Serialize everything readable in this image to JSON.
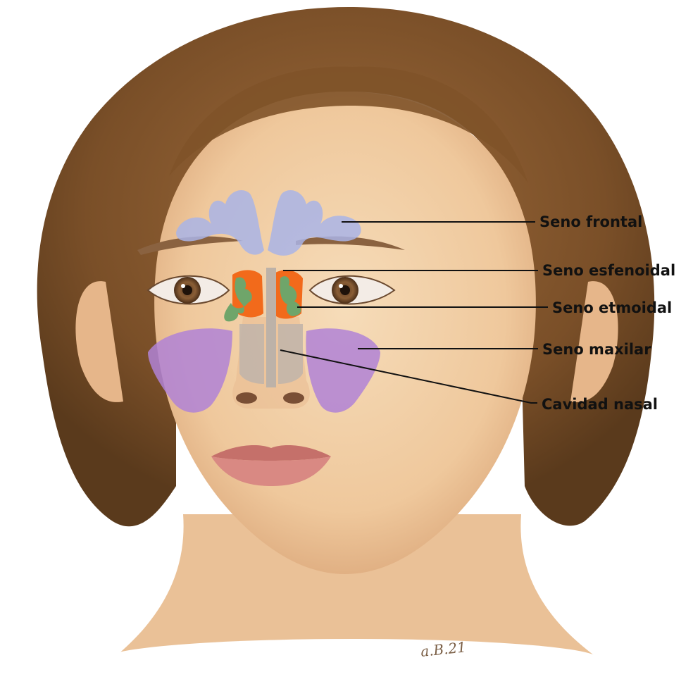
{
  "labels": {
    "frontal": "Seno frontal",
    "esfenoidal": "Seno esfenoidal",
    "etmoidal": "Seno etmoidal",
    "maxilar": "Seno maxilar",
    "cavidad": "Cavidad nasal"
  },
  "signature": "a.B.21",
  "colors": {
    "frontal": "#a9b4e6",
    "esfenoidal": "#f26a1b",
    "etmoidal": "#6fa56a",
    "maxilar": "#b083d6",
    "cavidad": "#c2b5aa",
    "skin": "#f1cfa6",
    "hair": "#8a5a2e"
  }
}
